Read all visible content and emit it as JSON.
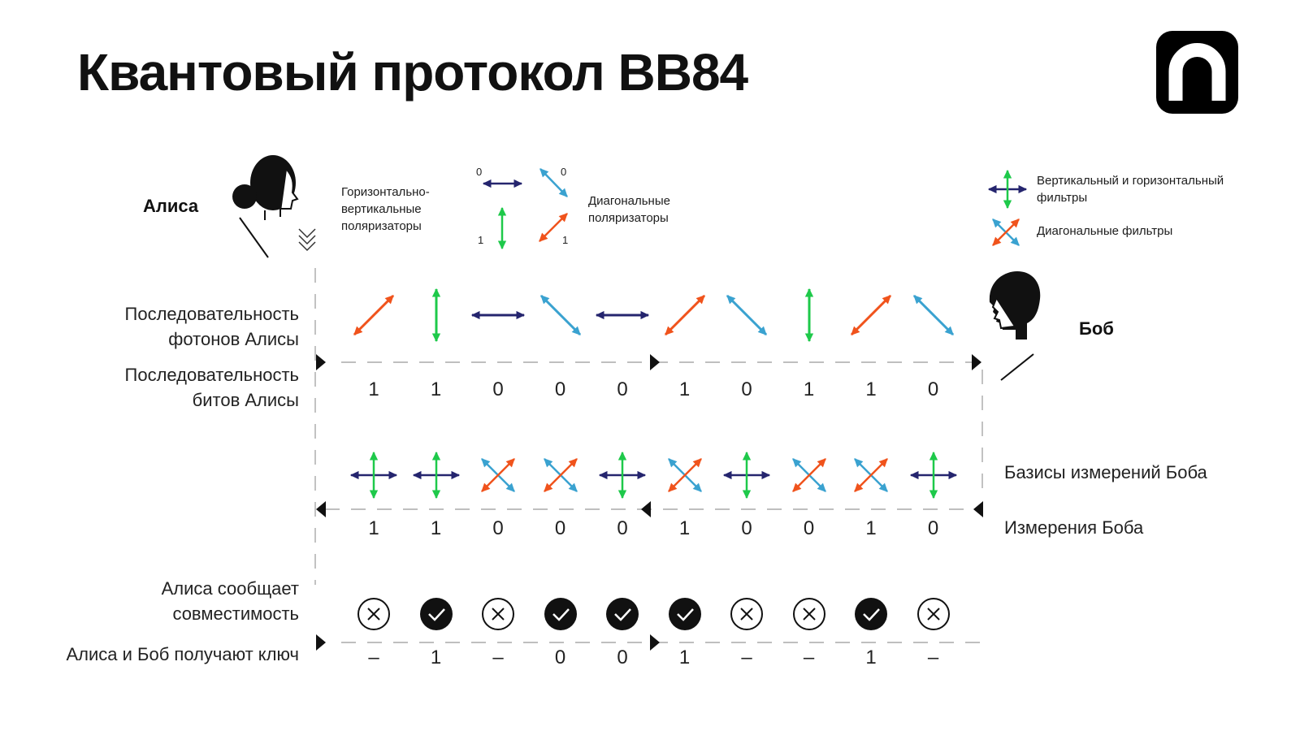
{
  "title": "Квантовый протокол ВВ84",
  "alice": {
    "name": "Алиса"
  },
  "bob": {
    "name": "Боб"
  },
  "legend": {
    "hv_polarizers": "Горизонтально-\nвертикальные\nполяризаторы",
    "diag_polarizers": "Диагональные\nполяризаторы",
    "bit_labels": [
      "0",
      "0",
      "1",
      "1"
    ],
    "hv_filters": "Вертикальный и горизонтальный\nфильтры",
    "diag_filters": "Диагональные фильтры"
  },
  "rows": {
    "photons_label": "Последовательность\nфотонов Алисы",
    "bits_label": "Последовательность\nбитов Алисы",
    "bases_label": "Базисы измерений Боба",
    "measurements_label": "Измерения Боба",
    "compat_label": "Алиса сообщает \nсовместимость",
    "key_label": "Алиса и Боб получают ключ"
  },
  "colors": {
    "horizontal": "#25256e",
    "vertical": "#1ec94a",
    "diag_nw_se": "#3aa2d0",
    "diag_ne_sw": "#f0531c",
    "dark": "#111111"
  },
  "sequence": {
    "photons": [
      "diag-ne",
      "vertical",
      "horizontal",
      "diag-nw",
      "horizontal",
      "diag-ne",
      "diag-nw",
      "vertical",
      "diag-ne",
      "diag-nw"
    ],
    "alice_bits": [
      "1",
      "1",
      "0",
      "0",
      "0",
      "1",
      "0",
      "1",
      "1",
      "0"
    ],
    "bob_bases": [
      "rectilinear",
      "rectilinear",
      "diagonal",
      "diagonal",
      "rectilinear",
      "diagonal",
      "rectilinear",
      "diagonal",
      "diagonal",
      "rectilinear"
    ],
    "bob_measurements": [
      "1",
      "1",
      "0",
      "0",
      "0",
      "1",
      "0",
      "0",
      "1",
      "0"
    ],
    "compatibility": [
      "mismatch",
      "match",
      "mismatch",
      "match",
      "match",
      "match",
      "mismatch",
      "mismatch",
      "match",
      "mismatch"
    ],
    "key": [
      "–",
      "1",
      "–",
      "0",
      "0",
      "1",
      "–",
      "–",
      "1",
      "–"
    ]
  }
}
